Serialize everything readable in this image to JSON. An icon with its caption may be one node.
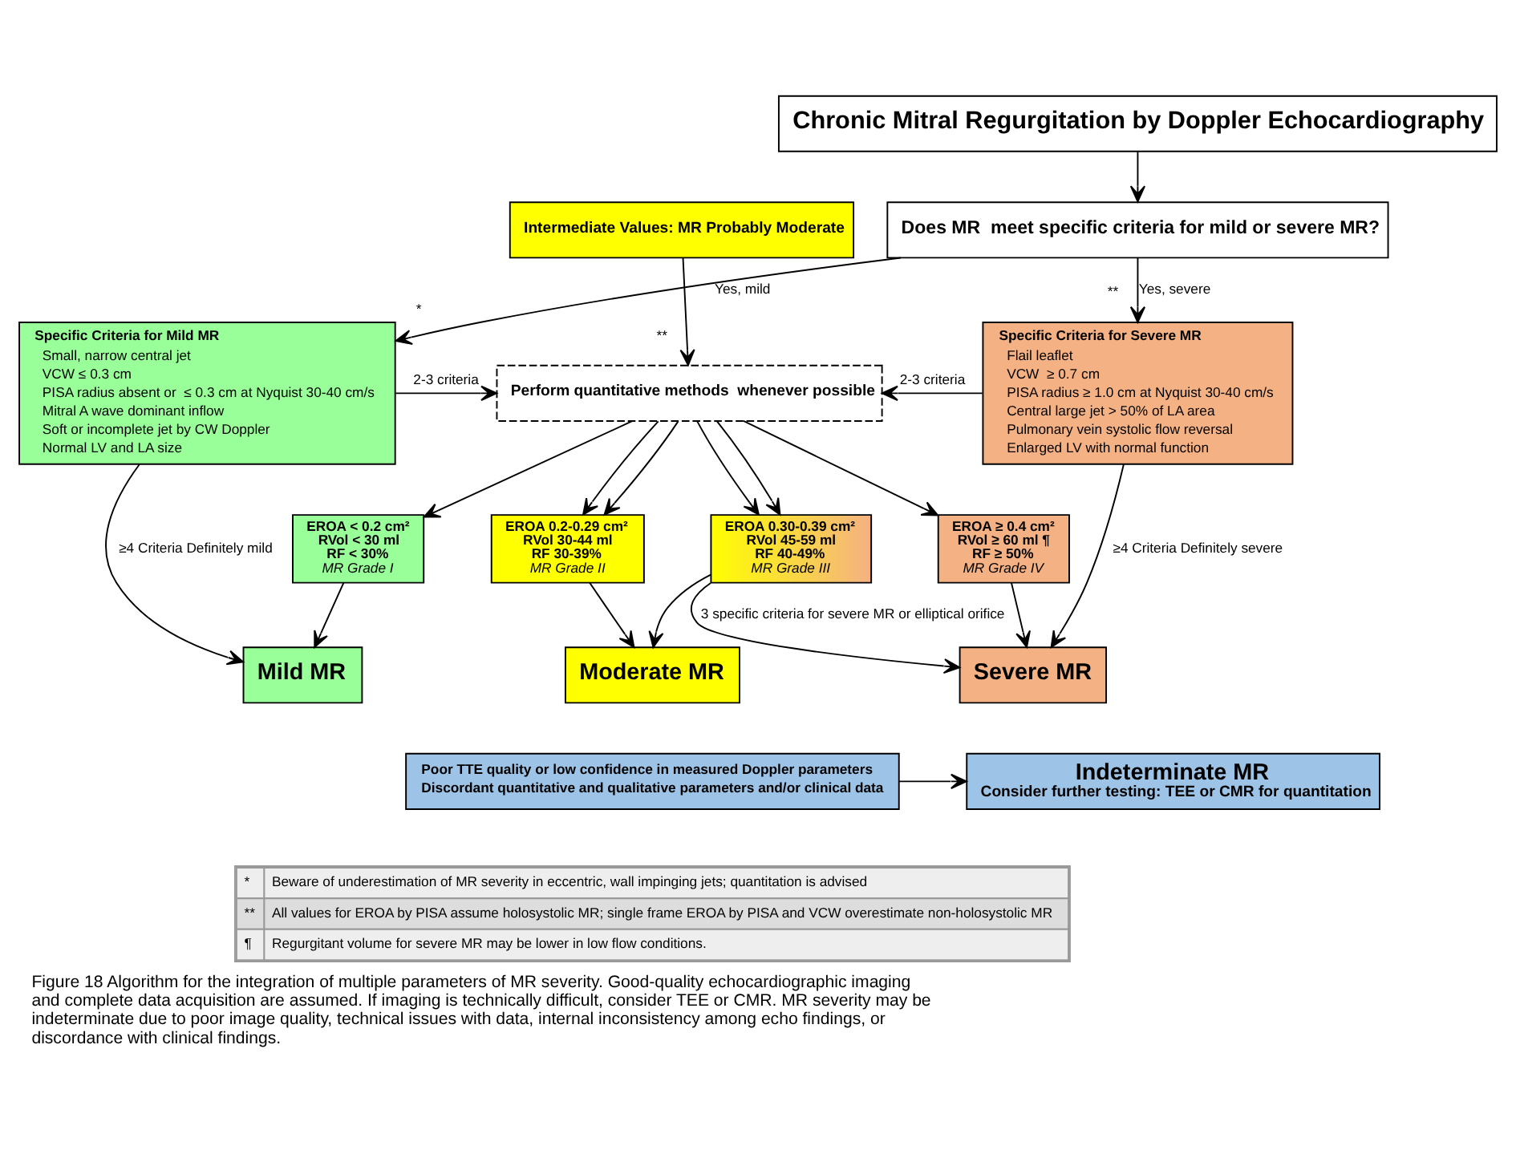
{
  "diagram": {
    "caption": "Figure 18 Algorithm for the integration of multiple parameters of MR severity. Good-quality echocardiographic imaging and complete data acquisition are assumed. If imaging is technically difficult, consider TEE or CMR. MR severity may be indeterminate due to poor image quality, technical issues with data, internal inconsistency among echo findings, or discordance with clinical findings.",
    "nodes": [
      {
        "text": [
          "Chronic Mitral Regurgitation by Doppler Echocardiography"
        ]
      },
      {
        "text": [
          "Does MR  meet specific criteria for mild or severe MR?"
        ]
      },
      {
        "text": [
          "Intermediate Values: MR Probably Moderate"
        ]
      },
      {
        "text": [
          "Specific Criteria for Mild MR",
          "Small, narrow central jet",
          "VCW ≤ 0.3 cm",
          "PISA radius absent or  ≤ 0.3 cm at Nyquist 30-40 cm/s",
          "Mitral A wave dominant inflow",
          "Soft or incomplete jet by CW Doppler",
          "Normal LV and LA size"
        ]
      },
      {
        "text": [
          "Specific Criteria for Severe MR",
          "Flail leaflet",
          "VCW  ≥ 0.7 cm",
          "PISA radius ≥ 1.0 cm at Nyquist 30-40 cm/s",
          "Central large jet > 50% of LA area",
          "Pulmonary vein systolic flow reversal",
          "Enlarged LV with normal function"
        ]
      },
      {
        "text": [
          "Perform quantitative methods  whenever possible"
        ]
      },
      {
        "text": [
          "EROA < 0.2 cm²",
          "RVol < 30 ml",
          "RF < 30%",
          "MR Grade I"
        ]
      },
      {
        "text": [
          "EROA 0.2-0.29 cm²",
          "RVol 30-44 ml",
          "RF 30-39%",
          "MR Grade II"
        ]
      },
      {
        "text": [
          "EROA 0.30-0.39 cm²",
          "RVol 45-59 ml",
          "RF 40-49%",
          "MR Grade III"
        ]
      },
      {
        "text": [
          "EROA ≥ 0.4 cm²",
          "RVol ≥ 60 ml ¶",
          "RF ≥ 50%",
          "MR Grade IV"
        ]
      },
      {
        "text": [
          "Mild MR"
        ]
      },
      {
        "text": [
          "Moderate MR"
        ]
      },
      {
        "text": [
          "Severe MR"
        ]
      },
      {
        "text": [
          "Poor TTE quality or low confidence in measured Doppler parameters",
          "Discordant quantitative and qualitative parameters and/or clinical data"
        ]
      },
      {
        "text": [
          "Indeterminate MR",
          "Consider further testing: TEE or CMR for quantitation"
        ]
      }
    ],
    "edges": [
      {
        "from": 0,
        "to": 1,
        "arrow": "to"
      },
      {
        "from": 1,
        "to": 3,
        "arrow": "to",
        "label": "Yes, mild"
      },
      {
        "from": 1,
        "to": 4,
        "arrow": "to",
        "label": "Yes, severe"
      },
      {
        "from": 2,
        "to": 5,
        "arrow": "to"
      },
      {
        "from": 3,
        "to": 5,
        "arrow": "to",
        "label": "2-3 criteria"
      },
      {
        "from": 4,
        "to": 5,
        "arrow": "to",
        "label": "2-3 criteria"
      },
      {
        "from": 5,
        "to": 6,
        "arrow": "to"
      },
      {
        "from": 5,
        "to": 7,
        "arrow": "to"
      },
      {
        "from": 5,
        "to": 7,
        "arrow": "to"
      },
      {
        "from": 5,
        "to": 8,
        "arrow": "to"
      },
      {
        "from": 5,
        "to": 8,
        "arrow": "to"
      },
      {
        "from": 5,
        "to": 9,
        "arrow": "to"
      },
      {
        "from": 3,
        "to": 10,
        "arrow": "to",
        "label": "≥4 Criteria Definitely mild"
      },
      {
        "from": 4,
        "to": 12,
        "arrow": "to",
        "label": "≥4 Criteria Definitely severe"
      },
      {
        "from": 6,
        "to": 10,
        "arrow": "to"
      },
      {
        "from": 7,
        "to": 11,
        "arrow": "to"
      },
      {
        "from": 8,
        "to": 11,
        "arrow": "to"
      },
      {
        "from": 8,
        "to": 12,
        "arrow": "to",
        "label": "3 specific criteria for severe MR or elliptical orifice"
      },
      {
        "from": 9,
        "to": 12,
        "arrow": "to"
      },
      {
        "from": 13,
        "to": 14,
        "arrow": "to"
      }
    ],
    "labels": [
      "*",
      "**",
      "**",
      "*",
      "Beware of underestimation of MR severity in eccentric, wall impinging jets; quantitation is advised",
      "**",
      "All values for EROA by PISA assume holosystolic MR; single frame EROA by PISA and VCW overestimate non-holosystolic MR",
      "¶",
      "Regurgitant volume for severe MR may be lower in low flow conditions."
    ]
  }
}
